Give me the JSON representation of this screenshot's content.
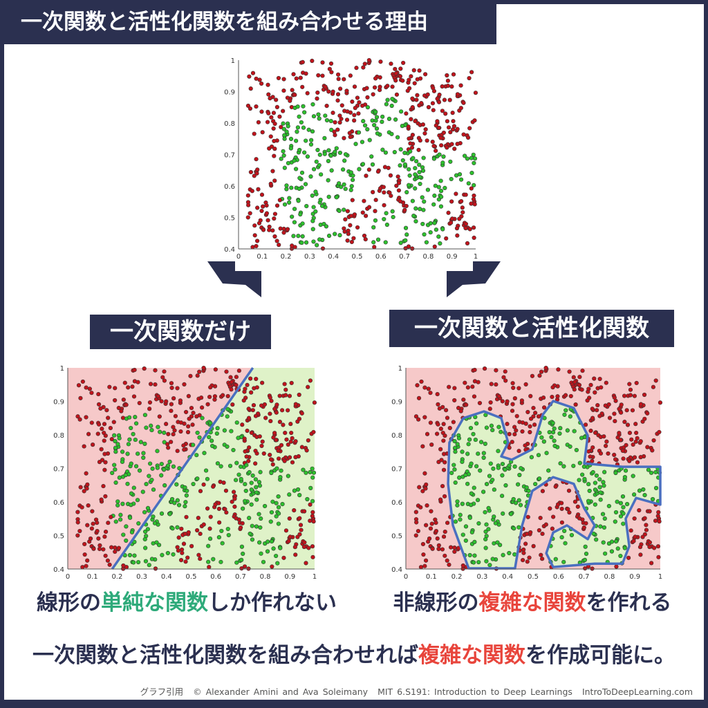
{
  "title": "一次関数と活性化関数を組み合わせる理由",
  "left_label": "一次関数だけ",
  "right_label": "一次関数と活性化関数",
  "left_caption": {
    "a": "線形の",
    "b": "単純な関数",
    "c": "しか作れない"
  },
  "right_caption": {
    "a": "非線形の",
    "b": "複雑な関数",
    "c": "を作れる"
  },
  "bottom": {
    "a": "一次関数と活性化関数を組み合わせれば",
    "b": "複雑な関数",
    "c": "を作成可能に。"
  },
  "footer": {
    "credit_label": "グラフ引用",
    "authors": "© Alexander Amini and Ava Soleimany",
    "course": "MIT 6.S191: Introduction to Deep Learnings",
    "site": "IntroToDeepLearning.com"
  },
  "colors": {
    "navy": "#2b3050",
    "red_point": "#c0141c",
    "green_point": "#2ec02e",
    "red_region": "#f6c9c9",
    "green_region": "#dff2c8",
    "boundary": "#4a6fc0"
  },
  "chart_data": {
    "type": "scatter",
    "xlim": [
      0,
      1
    ],
    "ylim": [
      0.4,
      1
    ],
    "xticks": [
      "0",
      "0.1",
      "0.2",
      "0.3",
      "0.4",
      "0.5",
      "0.6",
      "0.7",
      "0.8",
      "0.9",
      "1"
    ],
    "yticks": [
      "0.4",
      "0.5",
      "0.6",
      "0.7",
      "0.8",
      "0.9",
      "1"
    ],
    "n_points": 720,
    "seed": 7,
    "classes": [
      "red",
      "green"
    ],
    "green_region": [
      [
        0.247,
        0.402
      ],
      [
        0.185,
        0.53
      ],
      [
        0.166,
        0.654
      ],
      [
        0.171,
        0.777
      ],
      [
        0.226,
        0.85
      ],
      [
        0.307,
        0.87
      ],
      [
        0.375,
        0.85
      ],
      [
        0.402,
        0.777
      ],
      [
        0.375,
        0.736
      ],
      [
        0.416,
        0.726
      ],
      [
        0.497,
        0.757
      ],
      [
        0.538,
        0.86
      ],
      [
        0.579,
        0.901
      ],
      [
        0.66,
        0.88
      ],
      [
        0.715,
        0.798
      ],
      [
        0.701,
        0.715
      ],
      [
        0.851,
        0.705
      ],
      [
        1.0,
        0.705
      ],
      [
        1.0,
        0.592
      ],
      [
        0.905,
        0.612
      ],
      [
        0.864,
        0.55
      ],
      [
        0.878,
        0.468
      ],
      [
        0.851,
        0.416
      ],
      [
        0.742,
        0.416
      ],
      [
        0.579,
        0.406
      ],
      [
        0.552,
        0.447
      ],
      [
        0.579,
        0.509
      ],
      [
        0.633,
        0.53
      ],
      [
        0.715,
        0.489
      ],
      [
        0.742,
        0.53
      ],
      [
        0.701,
        0.581
      ],
      [
        0.66,
        0.654
      ],
      [
        0.579,
        0.674
      ],
      [
        0.497,
        0.633
      ],
      [
        0.457,
        0.53
      ],
      [
        0.429,
        0.402
      ]
    ],
    "linear_boundary": [
      [
        0.18,
        0.4
      ],
      [
        0.75,
        1.0
      ]
    ]
  }
}
